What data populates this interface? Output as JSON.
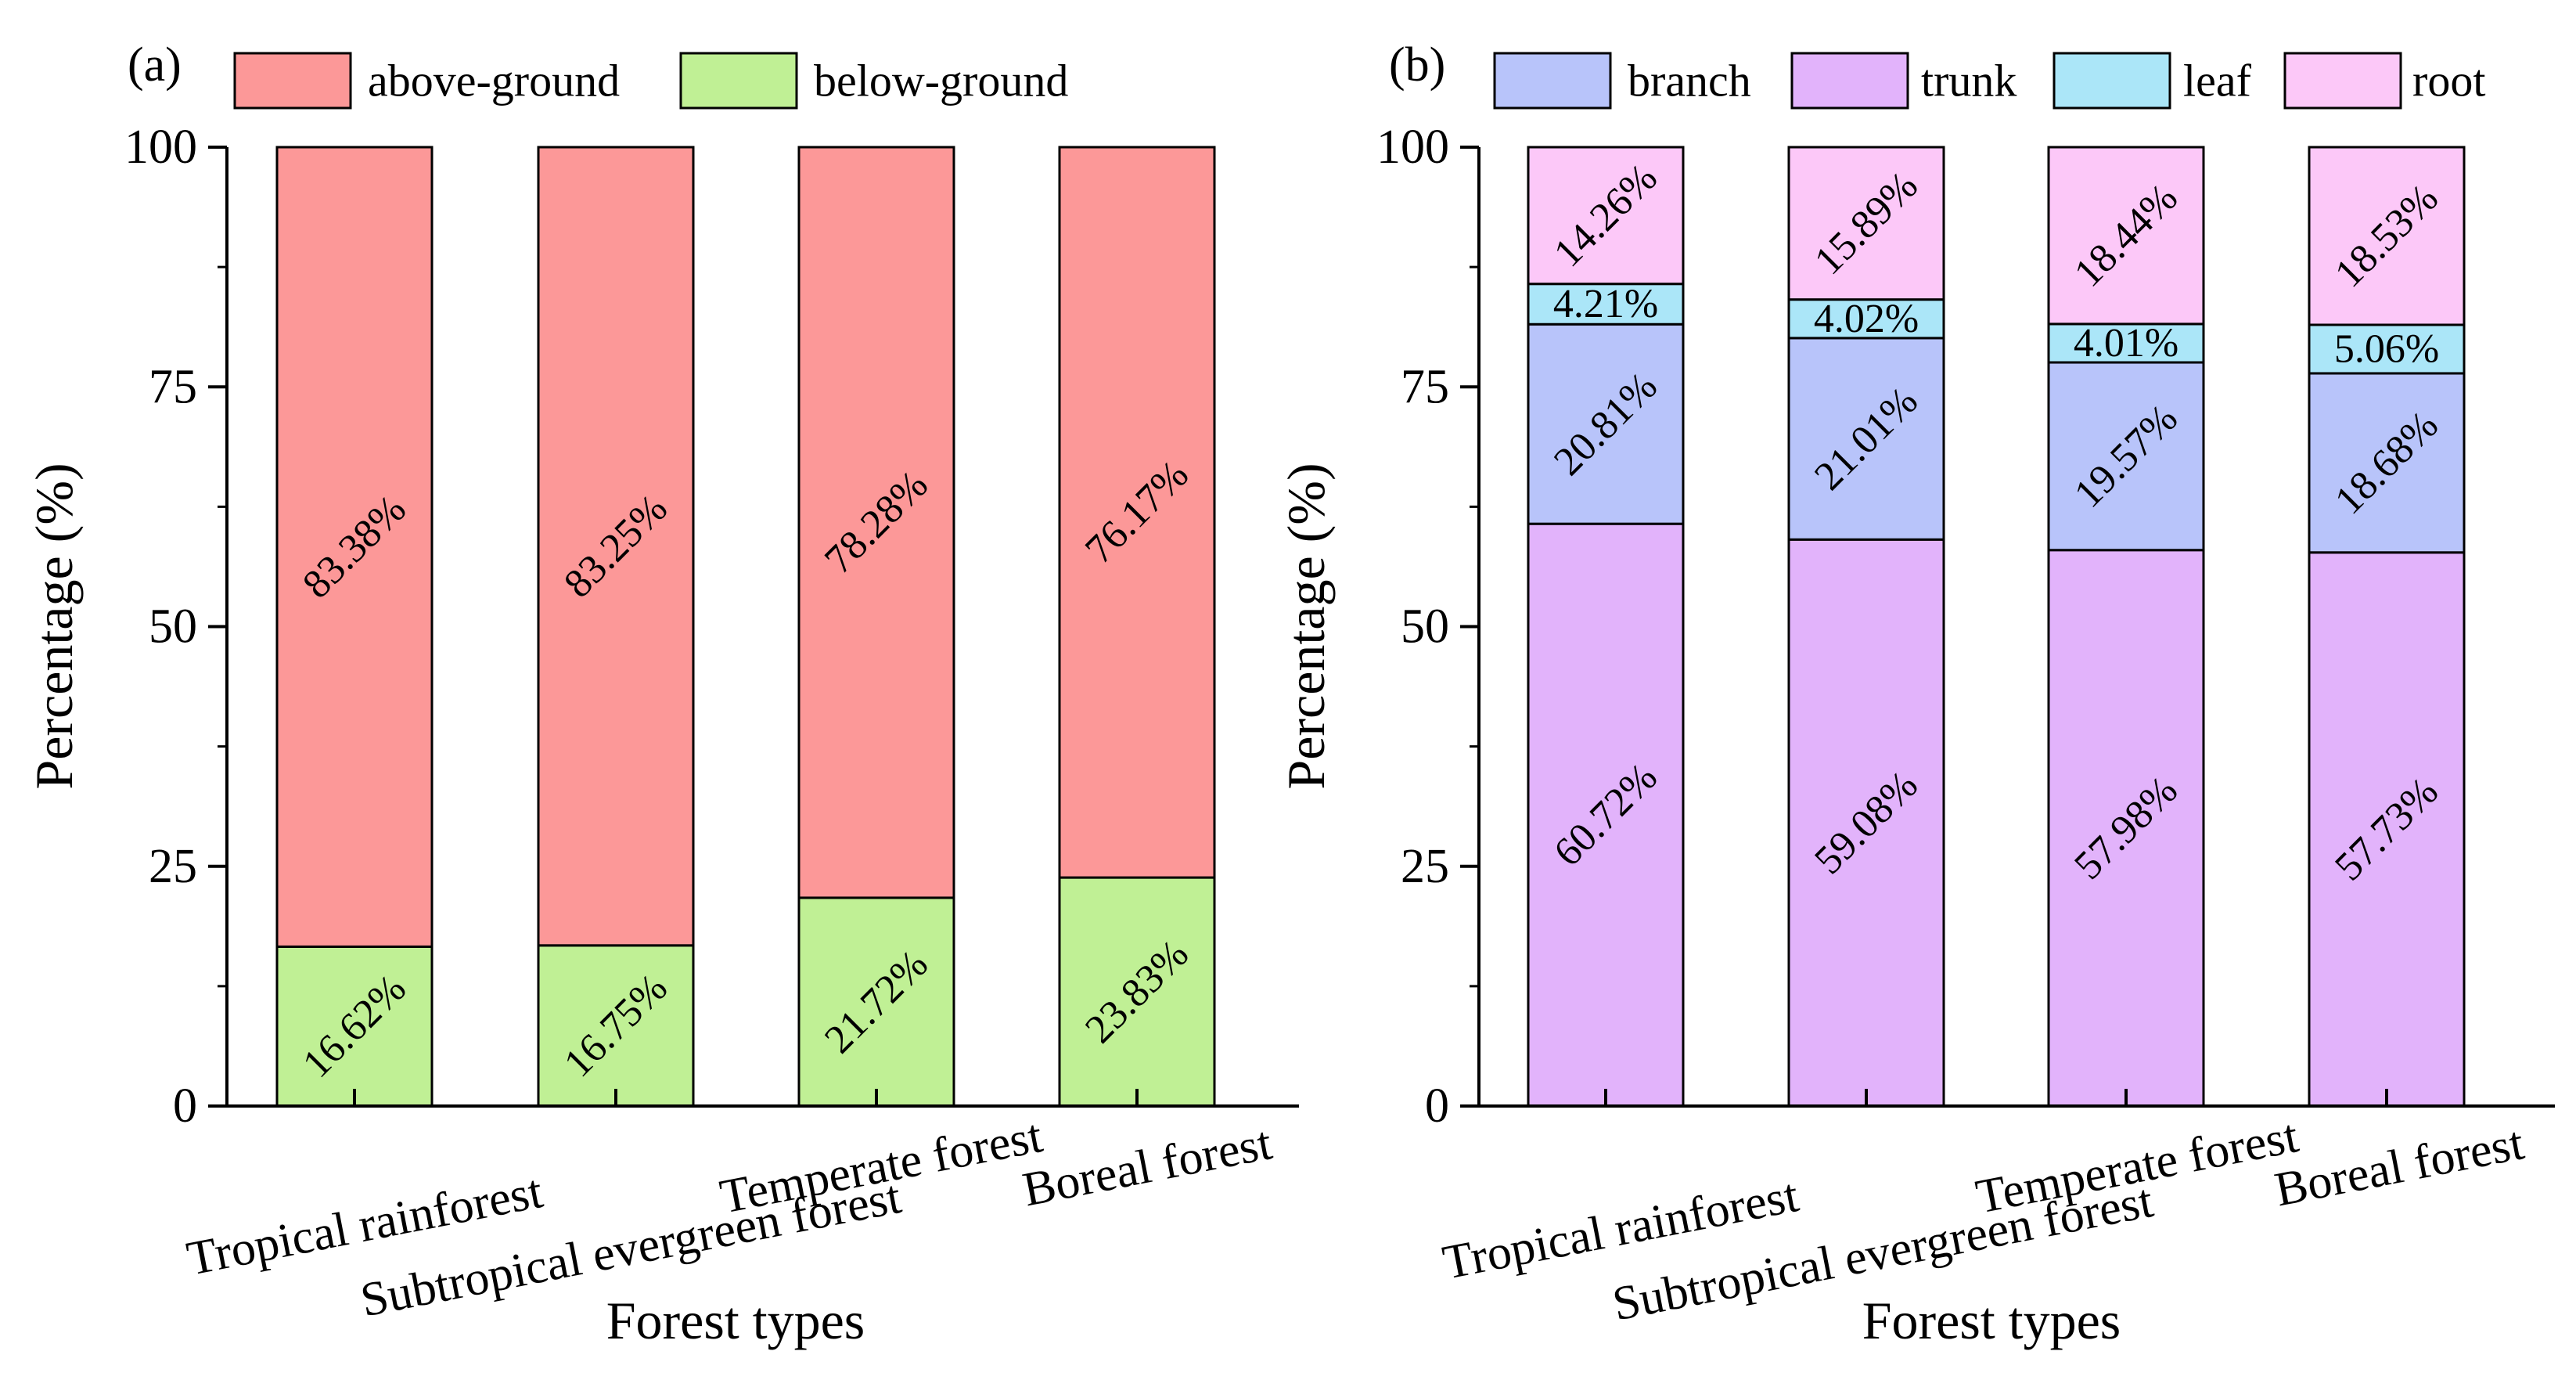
{
  "chart_data": [
    {
      "type": "bar",
      "stacked": true,
      "panel_label": "(a)",
      "categories": [
        "Tropical rainforest",
        "Subtropical evergreen forest",
        "Temperate forest",
        "Boreal forest"
      ],
      "series": [
        {
          "name": "below-ground",
          "color": "#c0f095",
          "values": [
            16.62,
            16.75,
            21.72,
            23.83
          ],
          "labels": [
            "16.62%",
            "16.75%",
            "21.72%",
            "23.83%"
          ]
        },
        {
          "name": "above-ground",
          "color": "#fc9898",
          "values": [
            83.38,
            83.25,
            78.28,
            76.17
          ],
          "labels": [
            "83.38%",
            "83.25%",
            "78.28%",
            "76.17%"
          ]
        }
      ],
      "legend_order": [
        "above-ground",
        "below-ground"
      ],
      "legend_position": "top",
      "xlabel": "Forest types",
      "ylabel": "Percentage (%)",
      "ylim": [
        0,
        100
      ],
      "yticks": [
        0,
        25,
        50,
        75,
        100
      ],
      "grid": false
    },
    {
      "type": "bar",
      "stacked": true,
      "panel_label": "(b)",
      "categories": [
        "Tropical rainforest",
        "Subtropical evergreen forest",
        "Temperate forest",
        "Boreal forest"
      ],
      "series": [
        {
          "name": "trunk",
          "color": "#e2b3fb",
          "values": [
            60.72,
            59.08,
            57.98,
            57.73
          ],
          "labels": [
            "60.72%",
            "59.08%",
            "57.98%",
            "57.73%"
          ]
        },
        {
          "name": "branch",
          "color": "#b8c4fa",
          "values": [
            20.81,
            21.01,
            19.57,
            18.68
          ],
          "labels": [
            "20.81%",
            "21.01%",
            "19.57%",
            "18.68%"
          ]
        },
        {
          "name": "leaf",
          "color": "#abe6f8",
          "values": [
            4.21,
            4.02,
            4.01,
            5.06
          ],
          "labels": [
            "4.21%",
            "4.02%",
            "4.01%",
            "5.06%"
          ]
        },
        {
          "name": "root",
          "color": "#fcc8f8",
          "values": [
            14.26,
            15.89,
            18.44,
            18.53
          ],
          "labels": [
            "14.26%",
            "15.89%",
            "18.44%",
            "18.53%"
          ]
        }
      ],
      "legend_order": [
        "branch",
        "trunk",
        "leaf",
        "root"
      ],
      "legend_position": "top",
      "xlabel": "Forest types",
      "ylabel": "Percentage (%)",
      "ylim": [
        0,
        100
      ],
      "yticks": [
        0,
        25,
        50,
        75,
        100
      ],
      "grid": false
    }
  ]
}
